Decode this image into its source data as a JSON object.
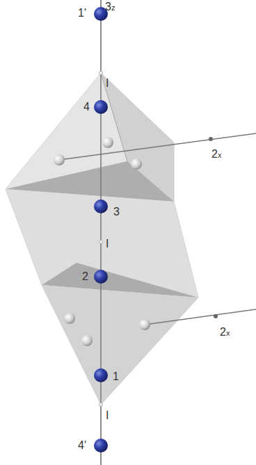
{
  "diagram": {
    "labels": [
      "3z",
      "1'",
      "I",
      "4",
      "3",
      "I",
      "2",
      "1",
      "I",
      "4'",
      "2x",
      "2x"
    ]
  }
}
